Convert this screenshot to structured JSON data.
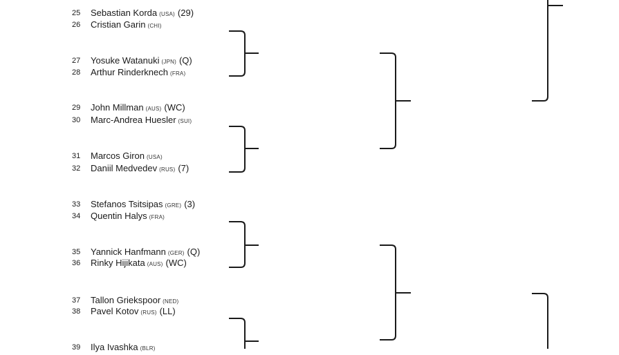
{
  "draw": {
    "entries": [
      {
        "num": "25",
        "name": "Sebastian Korda",
        "country": "(USA)",
        "tag": "(29)"
      },
      {
        "num": "26",
        "name": "Cristian Garin",
        "country": "(CHI)",
        "tag": ""
      },
      {
        "num": "27",
        "name": "Yosuke Watanuki",
        "country": "(JPN)",
        "tag": "(Q)"
      },
      {
        "num": "28",
        "name": "Arthur Rinderknech",
        "country": "(FRA)",
        "tag": ""
      },
      {
        "num": "29",
        "name": "John Millman",
        "country": "(AUS)",
        "tag": "(WC)"
      },
      {
        "num": "30",
        "name": "Marc-Andrea Huesler",
        "country": "(SUI)",
        "tag": ""
      },
      {
        "num": "31",
        "name": "Marcos Giron",
        "country": "(USA)",
        "tag": ""
      },
      {
        "num": "32",
        "name": "Daniil Medvedev",
        "country": "(RUS)",
        "tag": "(7)"
      },
      {
        "num": "33",
        "name": "Stefanos Tsitsipas",
        "country": "(GRE)",
        "tag": "(3)"
      },
      {
        "num": "34",
        "name": "Quentin Halys",
        "country": "(FRA)",
        "tag": ""
      },
      {
        "num": "35",
        "name": "Yannick Hanfmann",
        "country": "(GER)",
        "tag": "(Q)"
      },
      {
        "num": "36",
        "name": "Rinky Hijikata",
        "country": "(AUS)",
        "tag": "(WC)"
      },
      {
        "num": "37",
        "name": "Tallon Griekspoor",
        "country": "(NED)",
        "tag": ""
      },
      {
        "num": "38",
        "name": "Pavel Kotov",
        "country": "(RUS)",
        "tag": "(LL)"
      },
      {
        "num": "39",
        "name": "Ilya Ivashka",
        "country": "(BLR)",
        "tag": ""
      }
    ]
  }
}
